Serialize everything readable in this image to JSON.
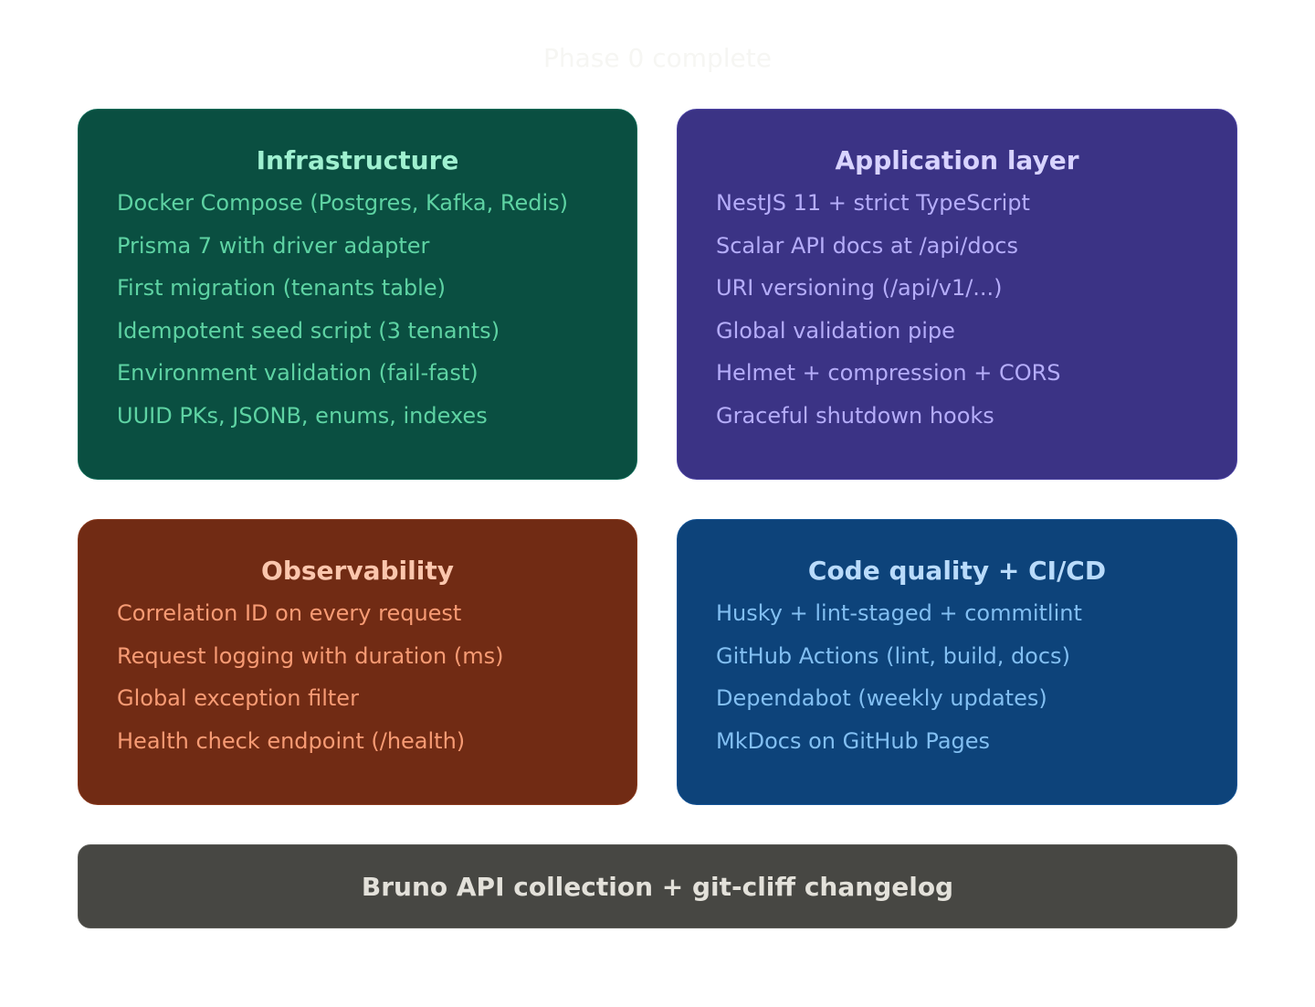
{
  "title": "Phase 0 complete",
  "cards": [
    {
      "title": "Infrastructure",
      "items": [
        "Docker Compose (Postgres, Kafka, Redis)",
        "Prisma 7 with driver adapter",
        "First migration (tenants table)",
        "Idempotent seed script (3 tenants)",
        "Environment validation (fail-fast)",
        "UUID PKs, JSONB, enums, indexes"
      ]
    },
    {
      "title": "Application layer",
      "items": [
        "NestJS 11 + strict TypeScript",
        "Scalar API docs at /api/docs",
        "URI versioning (/api/v1/...)",
        "Global validation pipe",
        "Helmet + compression + CORS",
        "Graceful shutdown hooks"
      ]
    },
    {
      "title": "Observability",
      "items": [
        "Correlation ID on every request",
        "Request logging with duration (ms)",
        "Global exception filter",
        "Health check endpoint (/health)"
      ]
    },
    {
      "title": "Code quality + CI/CD",
      "items": [
        "Husky + lint-staged + commitlint",
        "GitHub Actions (lint, build, docs)",
        "Dependabot (weekly updates)",
        "MkDocs on GitHub Pages"
      ]
    }
  ],
  "footer": "Bruno API collection + git-cliff changelog",
  "colors": {
    "infrastructure": "#0a4f41",
    "application": "#3b3385",
    "observability": "#712b14",
    "code_quality": "#0d437a",
    "footer": "#474743"
  }
}
